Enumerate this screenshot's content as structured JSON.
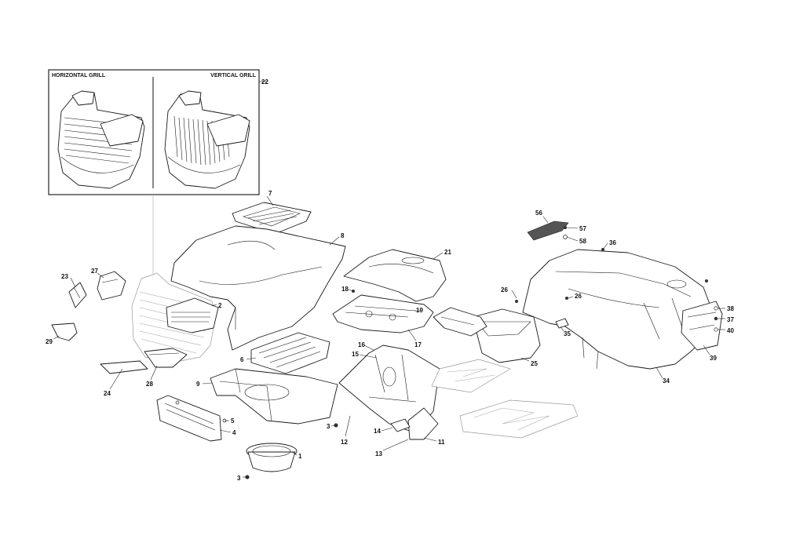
{
  "inset": {
    "left_title": "HORIZONTAL GRILL",
    "right_title": "VERTICAL GRILL",
    "part_number": "22"
  },
  "callouts": [
    {
      "id": "7",
      "text": "7"
    },
    {
      "id": "8",
      "text": "8"
    },
    {
      "id": "2",
      "text": "2"
    },
    {
      "id": "23",
      "text": "23"
    },
    {
      "id": "27",
      "text": "27"
    },
    {
      "id": "29",
      "text": "29"
    },
    {
      "id": "24",
      "text": "24"
    },
    {
      "id": "28",
      "text": "28"
    },
    {
      "id": "6",
      "text": "6"
    },
    {
      "id": "9",
      "text": "9"
    },
    {
      "id": "5",
      "text": "5"
    },
    {
      "id": "4",
      "text": "4"
    },
    {
      "id": "1",
      "text": "1"
    },
    {
      "id": "3a",
      "text": "3"
    },
    {
      "id": "3b",
      "text": "3"
    },
    {
      "id": "21",
      "text": "21"
    },
    {
      "id": "18",
      "text": "18"
    },
    {
      "id": "19",
      "text": "19"
    },
    {
      "id": "17",
      "text": "17"
    },
    {
      "id": "16",
      "text": "16"
    },
    {
      "id": "15",
      "text": "15"
    },
    {
      "id": "12",
      "text": "12"
    },
    {
      "id": "14",
      "text": "14"
    },
    {
      "id": "13",
      "text": "13"
    },
    {
      "id": "11",
      "text": "11"
    },
    {
      "id": "25",
      "text": "25"
    },
    {
      "id": "26a",
      "text": "26"
    },
    {
      "id": "26b",
      "text": "26"
    },
    {
      "id": "35",
      "text": "35"
    },
    {
      "id": "56",
      "text": "56"
    },
    {
      "id": "57",
      "text": "57"
    },
    {
      "id": "58",
      "text": "58"
    },
    {
      "id": "36",
      "text": "36"
    },
    {
      "id": "38",
      "text": "38"
    },
    {
      "id": "37",
      "text": "37"
    },
    {
      "id": "40",
      "text": "40"
    },
    {
      "id": "39",
      "text": "39"
    },
    {
      "id": "34",
      "text": "34"
    }
  ]
}
